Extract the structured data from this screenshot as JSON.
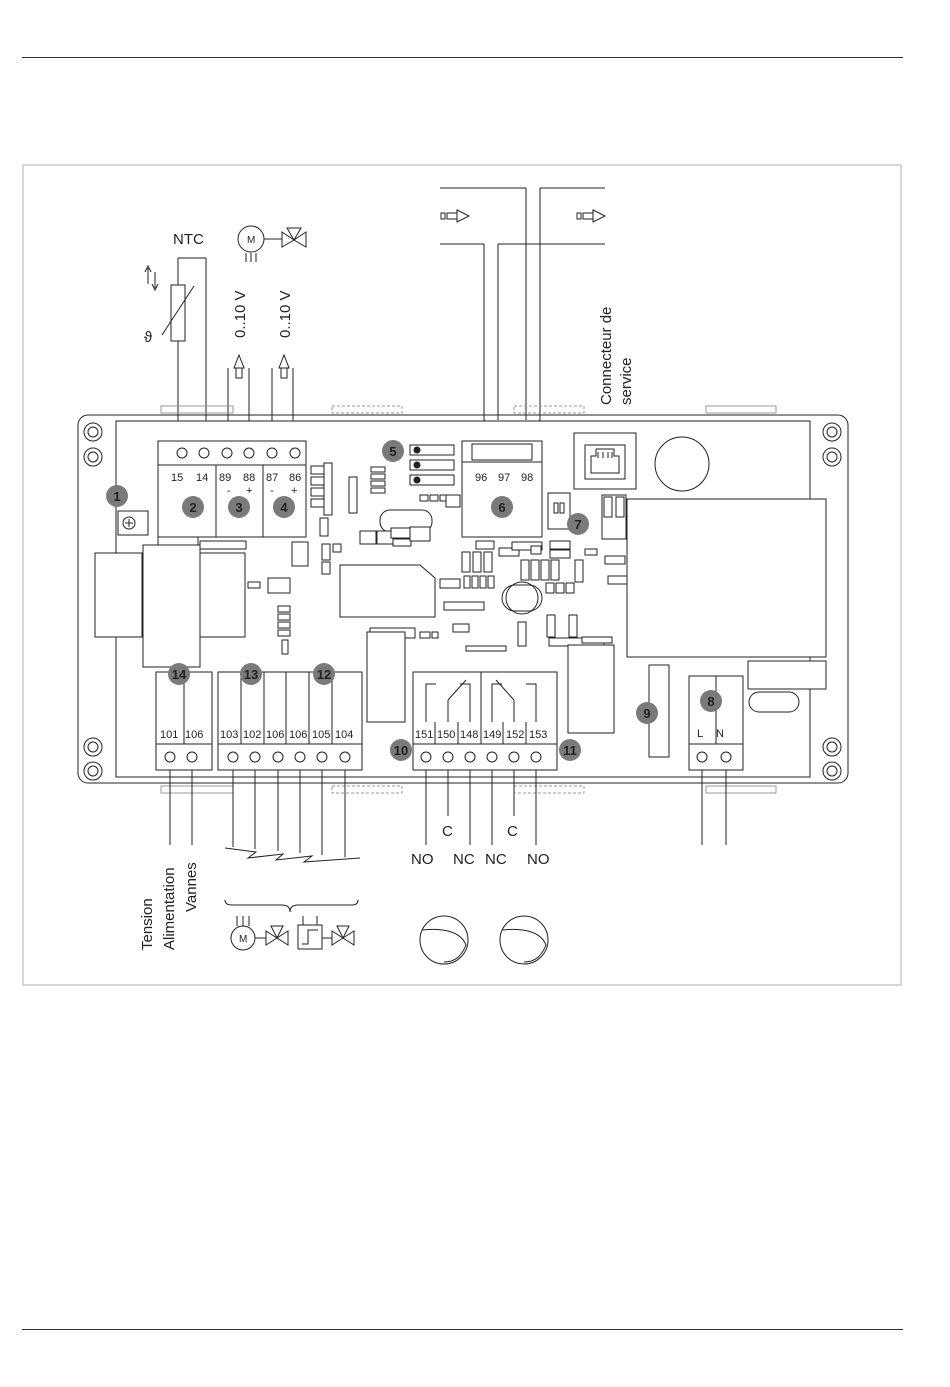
{
  "labels": {
    "ntc": "NTC",
    "theta": "ϑ",
    "v_out_1": "0..10 V",
    "v_out_2": "0..10 V",
    "service_line1": "Connecteur de",
    "service_line2": "service",
    "motor": "M",
    "motor2": "M",
    "c_1": "C",
    "c_2": "C",
    "no_1": "NO",
    "nc_1": "NC",
    "nc_2": "NC",
    "no_2": "NO",
    "supply_line1": "Tension",
    "supply_line2": "Alimentation",
    "supply_line3": "Vannes",
    "l": "L",
    "n": "N",
    "minus_1": "-",
    "plus_1": "+",
    "minus_2": "-",
    "plus_2": "+"
  },
  "terminals": {
    "top_left": [
      "15",
      "14",
      "89",
      "88",
      "87",
      "86"
    ],
    "top_right": [
      "96",
      "97",
      "98"
    ],
    "bottom_left_a": [
      "101",
      "106"
    ],
    "bottom_left_b": [
      "103",
      "102",
      "106",
      "106",
      "105",
      "104"
    ],
    "bottom_relay": [
      "151",
      "150",
      "148",
      "149",
      "152",
      "153"
    ]
  },
  "badges": [
    "1",
    "2",
    "3",
    "4",
    "5",
    "6",
    "7",
    "8",
    "9",
    "10",
    "11",
    "12",
    "13",
    "14"
  ]
}
